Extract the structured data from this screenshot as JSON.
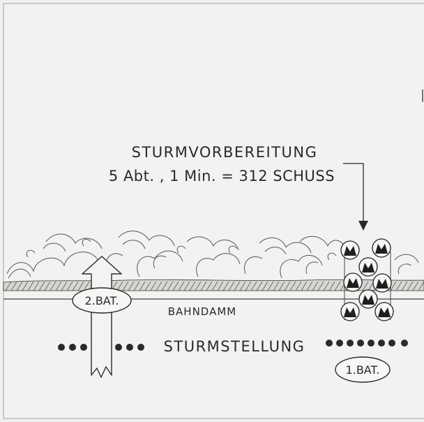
{
  "diagram": {
    "caption_line1": "STURMVORBEREITUNG",
    "caption_line2": "5 Abt. , 1 Min. = 312 SCHUSS",
    "label_bahndamm": "BAHNDAMM",
    "label_sturmstellung": "STURMSTELLUNG",
    "label_bat2": "2.BAT.",
    "label_bat1": "1.BAT."
  },
  "colors": {
    "ink": "#2a2a2a",
    "paper": "#f1f0ee",
    "border": "#bcbcbc",
    "shell_fill": "#f6f6f4"
  }
}
